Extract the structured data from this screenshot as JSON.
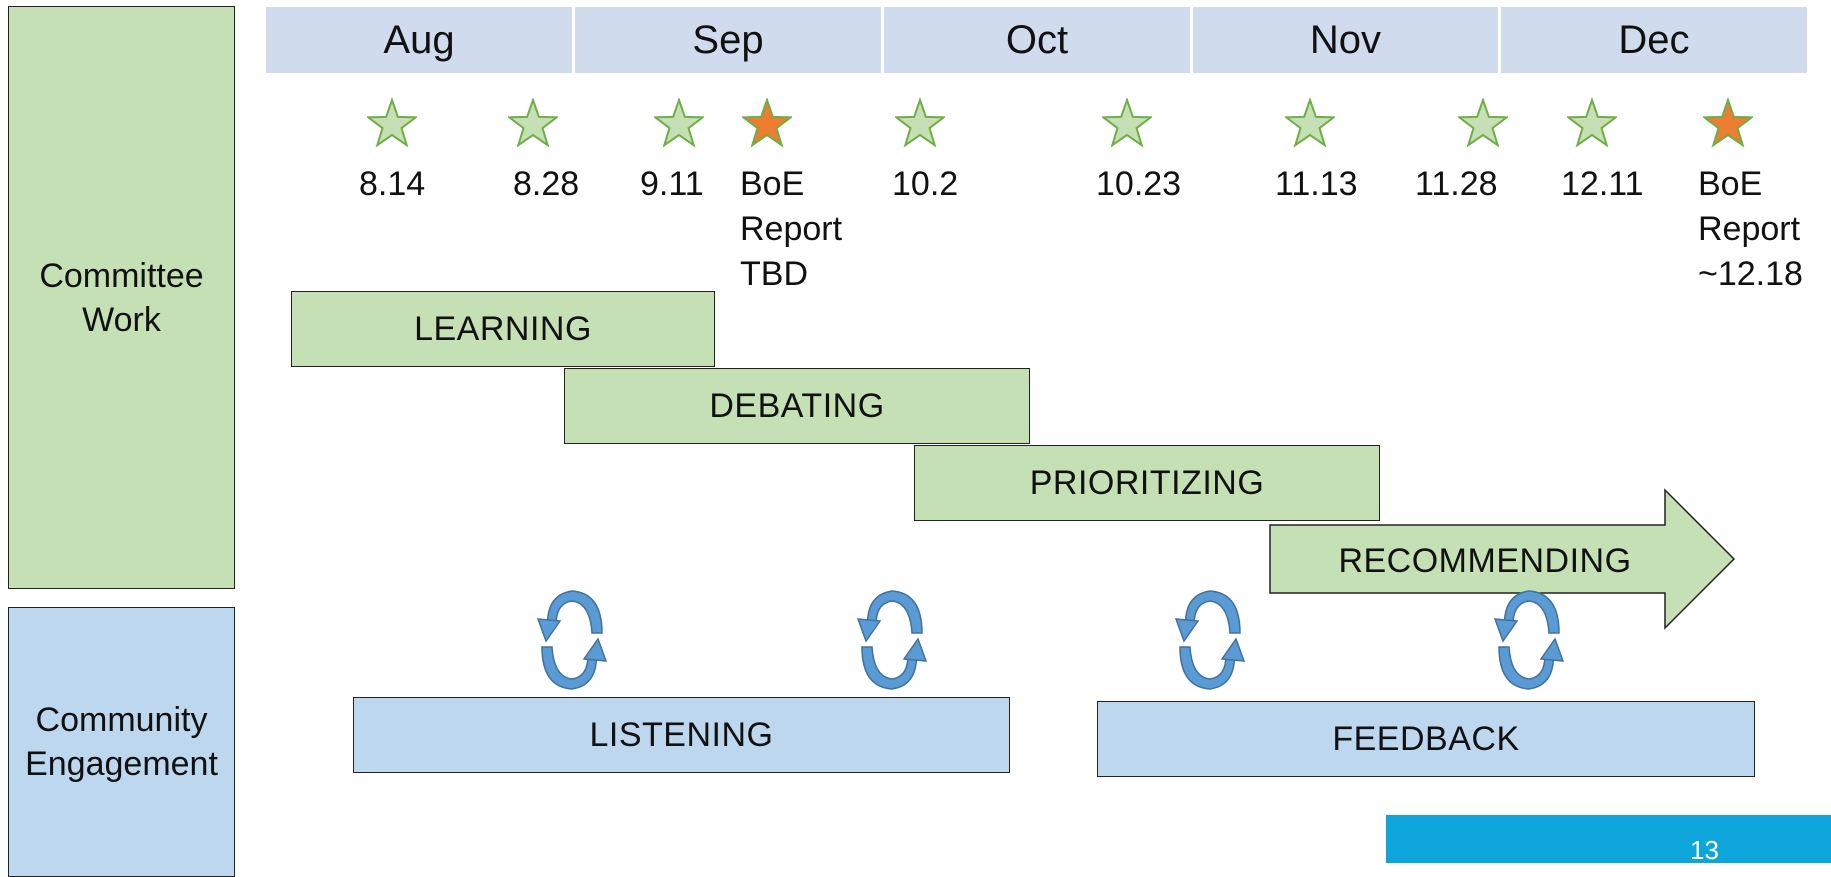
{
  "sides": {
    "committee": "Committee\nWork",
    "community": "Community\nEngagement"
  },
  "months": [
    "Aug",
    "Sep",
    "Oct",
    "Nov",
    "Dec"
  ],
  "milestones": [
    {
      "label": "8.14",
      "kind": "meeting"
    },
    {
      "label": "8.28",
      "kind": "meeting"
    },
    {
      "label": "9.11",
      "kind": "meeting"
    },
    {
      "label": "BoE\nReport\nTBD",
      "kind": "board-report"
    },
    {
      "label": "10.2",
      "kind": "meeting"
    },
    {
      "label": "10.23",
      "kind": "meeting"
    },
    {
      "label": "11.13",
      "kind": "meeting"
    },
    {
      "label": "11.28",
      "kind": "meeting"
    },
    {
      "label": "12.11",
      "kind": "meeting"
    },
    {
      "label": "BoE\nReport\n~12.18",
      "kind": "board-report"
    }
  ],
  "phases": {
    "learning": "LEARNING",
    "debating": "DEBATING",
    "prioritizing": "PRIORITIZING",
    "recommending": "RECOMMENDING",
    "listening": "LISTENING",
    "feedback": "FEEDBACK"
  },
  "page_number": "13",
  "colors": {
    "committee_green": "#c5e0b4",
    "community_blue": "#bdd7ee",
    "month_band": "#d0dcee",
    "star_meeting": "#c5e0b4",
    "star_board": "#ed7d31",
    "star_outline": "#70ad47",
    "cycle_arrow": "#5b9bd5",
    "page_box": "#0ea5db"
  },
  "icons": {
    "meeting": "star-icon",
    "board_report": "star-icon",
    "feedback_loop": "cycle-arrows-icon"
  }
}
